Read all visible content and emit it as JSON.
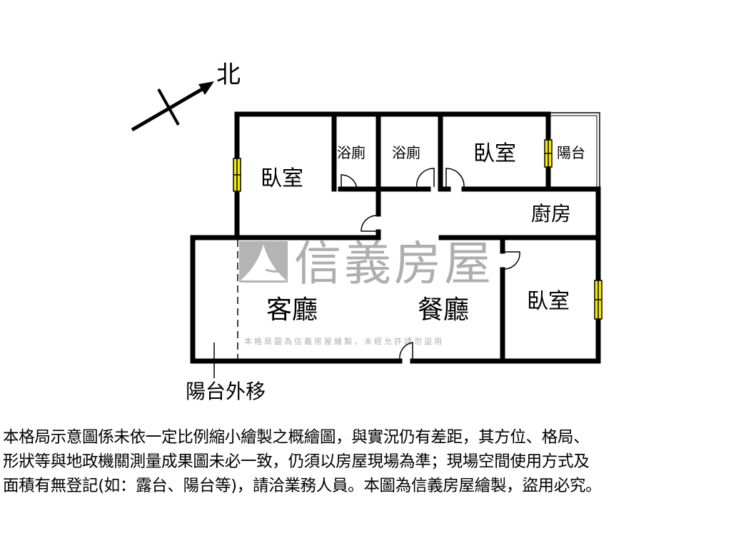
{
  "compass": {
    "north_label": "北"
  },
  "rooms": {
    "bedroom_nw": "臥室",
    "bath_1": "浴廁",
    "bath_2": "浴廁",
    "bedroom_n": "臥室",
    "balcony": "陽台",
    "kitchen": "廚房",
    "living_room": "客廳",
    "dining_room": "餐廳",
    "bedroom_e": "臥室"
  },
  "annotation": {
    "balcony_moved_out": "陽台外移"
  },
  "watermark": {
    "brand": "信義房屋",
    "notice": "本格局圖為信義房屋繪製，未經允許請勿盜用",
    "color": "#9a9a9a"
  },
  "colors": {
    "wall": "#000000",
    "window": "#f5eb00"
  },
  "disclaimer": {
    "lines": [
      "本格局示意圖係未依一定比例縮小繪製之概繪圖，與實況仍有差距，其方位、格局、",
      "形狀等與地政機關測量成果圖未必一致，仍須以房屋現場為準；現場空間使用方式及",
      "面積有無登記(如：露台、陽台等)，請洽業務人員。本圖為信義房屋繪製，盜用必究。"
    ]
  }
}
